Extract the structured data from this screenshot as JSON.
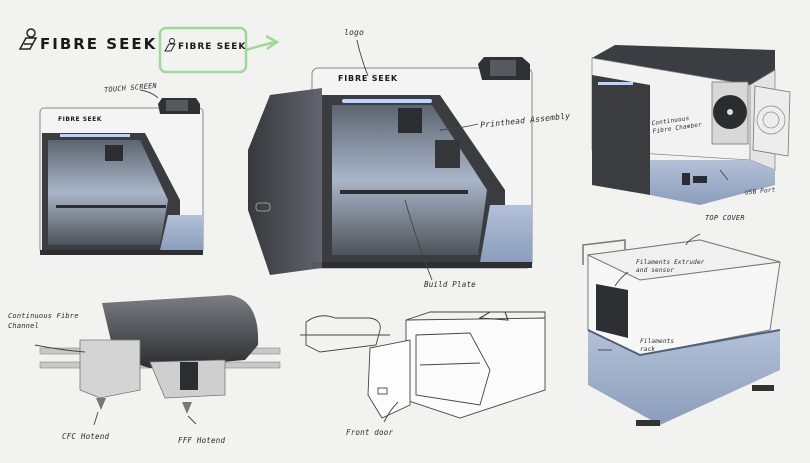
{
  "brand": {
    "logo_main": "FIBRE SEEK",
    "logo_highlight": "FIBRE SEEK"
  },
  "annotations": {
    "touch_screen": "TOUCH SCREEN",
    "logo": "logo",
    "printhead_assembly": "Printhead Assembly",
    "build_plate": "Build Plate",
    "continuous_fibre_chamber": "Continuous Fibre Chamber",
    "usb_port": "USB Port",
    "top_cover": "TOP COVER",
    "filaments_extruder_sensor": "Filaments Extruder and sensor",
    "filaments_rack": "Filaments rack",
    "continuous_fibre_channel": "Continuous Fibre Channel",
    "cfc_hotend": "CFC Hotend",
    "fff_hotend": "FFF Hotend",
    "front_door": "Front door",
    "printer_logo_small": "FIBRE SEEK",
    "printer_logo_large": "FIBRE SEEK"
  },
  "colors": {
    "background": "#f2f2f0",
    "body_white": "#f4f4f4",
    "frame_dark": "#3a3c40",
    "accent_blue": "#9fb0cc",
    "led_blue": "#bcd2ff",
    "highlight_green": "#9fd89a",
    "interior": "#8a8f98"
  }
}
